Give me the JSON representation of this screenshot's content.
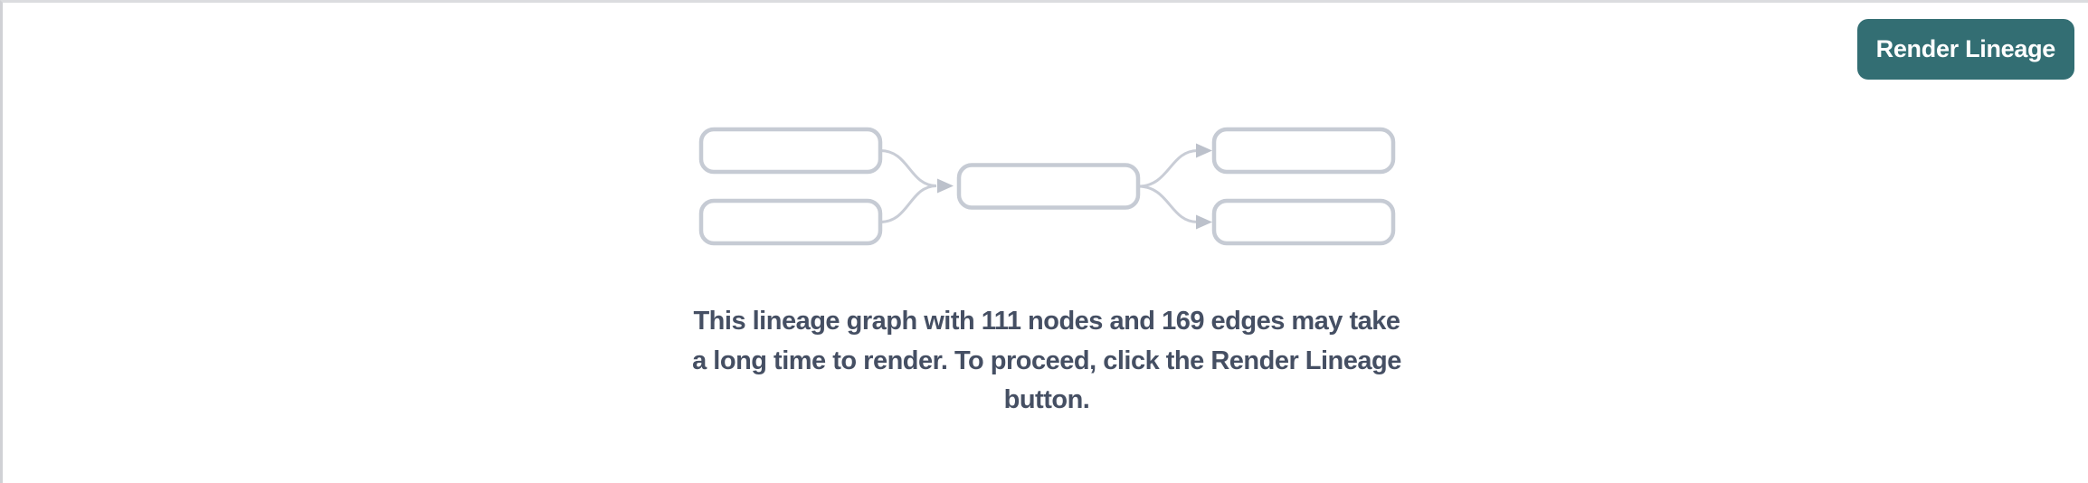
{
  "page": {
    "background_color": "#ffffff",
    "top_border_color": "#dbdcdf",
    "left_border_color": "#d0d1d5"
  },
  "toolbar": {
    "render_lineage_button": {
      "label": "Render Lineage",
      "background_color": "#336e73",
      "text_color": "#ffffff"
    }
  },
  "empty_state": {
    "graphic": {
      "name": "lineage-graph-placeholder",
      "box_fill": "#ffffff",
      "box_border_color": "#c6cbd4",
      "edge_color": "#c9cdd6",
      "arrowhead_color": "#bcc1cb"
    },
    "message": {
      "full_text": "This lineage graph with 111 nodes and 169 edges may take a long time to render. To proceed, click the Render Lineage button.",
      "lines": [
        "This lineage graph with 111 nodes and 169 edges may take",
        "a long time to render. To proceed, click the Render Lineage",
        "button."
      ],
      "node_count": "111",
      "edge_count": "169",
      "text_color": "#454f63"
    }
  }
}
